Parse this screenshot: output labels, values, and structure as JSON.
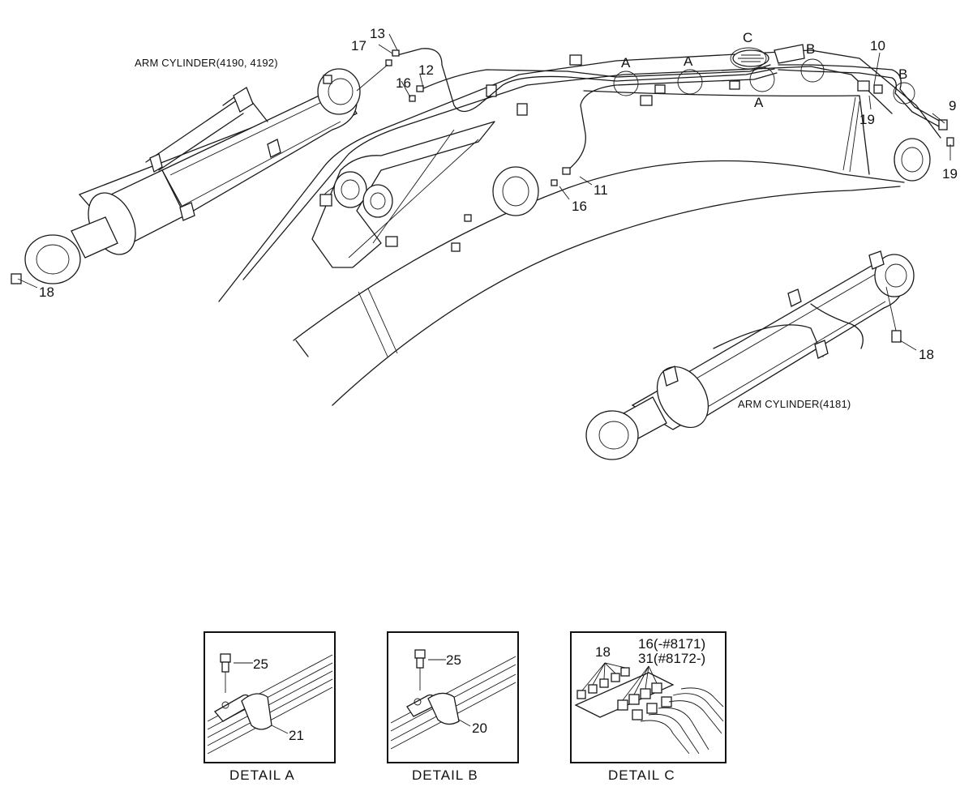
{
  "captions": {
    "arm_cylinder_left": "ARM CYLINDER(4190, 4192)",
    "arm_cylinder_right": "ARM CYLINDER(4181)"
  },
  "callouts": {
    "c9": "9",
    "c10": "10",
    "c11": "11",
    "c12": "12",
    "c13": "13",
    "c16a": "16",
    "c16b": "16",
    "c17": "17",
    "c18a": "18",
    "c18b": "18",
    "c19a": "19",
    "c19b": "19"
  },
  "detail_markers": {
    "a1": "A",
    "a2": "A",
    "a3": "A",
    "b1": "B",
    "b2": "B",
    "c": "C"
  },
  "details": {
    "a": {
      "title": "DETAIL  A",
      "bolt": "25",
      "clamp": "21"
    },
    "b": {
      "title": "DETAIL  B",
      "bolt": "25",
      "clamp": "20"
    },
    "c": {
      "title": "DETAIL  C",
      "plug": "18",
      "fitting_a": "16(-#8171)",
      "fitting_b": "31(#8172-)"
    }
  }
}
